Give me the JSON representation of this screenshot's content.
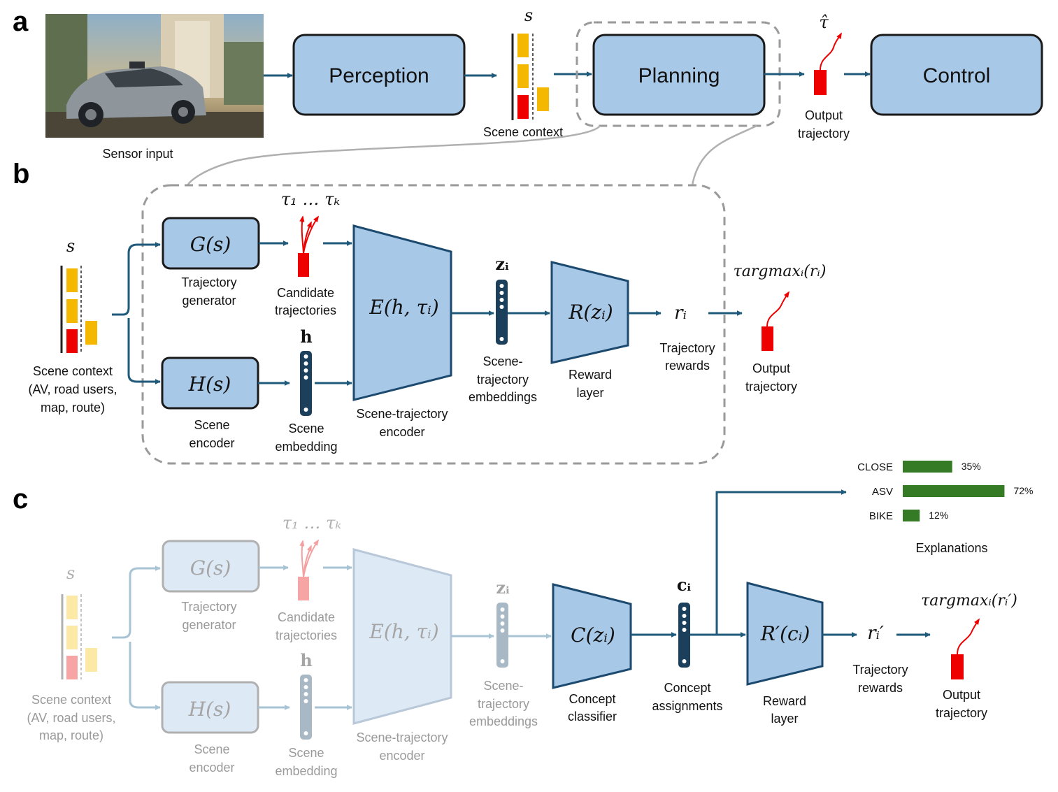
{
  "panel_a": {
    "label": "a",
    "sensor_label": "Sensor input",
    "perception": "Perception",
    "scene_symbol": "s",
    "scene_label": "Scene context",
    "planning": "Planning",
    "output_symbol": "τ̂",
    "output_label_1": "Output",
    "output_label_2": "trajectory",
    "control": "Control"
  },
  "panel_b": {
    "label": "b",
    "scene_symbol": "s",
    "scene_label_1": "Scene context",
    "scene_label_2": "(AV, road users,",
    "scene_label_3": "map, route)",
    "generator_fn": "G(s)",
    "generator_label_1": "Trajectory",
    "generator_label_2": "generator",
    "encoder_fn": "H(s)",
    "encoder_label_1": "Scene",
    "encoder_label_2": "encoder",
    "candidates_symbol": "τ₁ … τₖ",
    "candidates_label_1": "Candidate",
    "candidates_label_2": "trajectories",
    "embedding_symbol": "h",
    "embedding_label_1": "Scene",
    "embedding_label_2": "embedding",
    "st_encoder_fn": "E(h, τᵢ)",
    "st_encoder_label_1": "Scene-trajectory",
    "st_encoder_label_2": "encoder",
    "z_symbol": "zᵢ",
    "z_label_1": "Scene-",
    "z_label_2": "trajectory",
    "z_label_3": "embeddings",
    "reward_fn": "R(zᵢ)",
    "reward_label_1": "Reward",
    "reward_label_2": "layer",
    "r_symbol": "rᵢ",
    "r_label_1": "Trajectory",
    "r_label_2": "rewards",
    "out_symbol": "τargmaxᵢ(rᵢ)",
    "out_label_1": "Output",
    "out_label_2": "trajectory"
  },
  "panel_c": {
    "label": "c",
    "scene_symbol": "s",
    "scene_label_1": "Scene context",
    "scene_label_2": "(AV, road users,",
    "scene_label_3": "map, route)",
    "generator_fn": "G(s)",
    "generator_label_1": "Trajectory",
    "generator_label_2": "generator",
    "encoder_fn": "H(s)",
    "encoder_label_1": "Scene",
    "encoder_label_2": "encoder",
    "candidates_symbol": "τ₁ … τₖ",
    "candidates_label_1": "Candidate",
    "candidates_label_2": "trajectories",
    "embedding_symbol": "h",
    "embedding_label_1": "Scene",
    "embedding_label_2": "embedding",
    "st_encoder_fn": "E(h, τᵢ)",
    "st_encoder_label_1": "Scene-trajectory",
    "st_encoder_label_2": "encoder",
    "z_symbol": "zᵢ",
    "z_label_1": "Scene-",
    "z_label_2": "trajectory",
    "z_label_3": "embeddings",
    "classifier_fn": "C(zᵢ)",
    "classifier_label_1": "Concept",
    "classifier_label_2": "classifier",
    "c_symbol": "cᵢ",
    "c_label_1": "Concept",
    "c_label_2": "assignments",
    "reward_fn": "R′(cᵢ)",
    "reward_label_1": "Reward",
    "reward_label_2": "layer",
    "r_symbol": "rᵢ′",
    "r_label_1": "Trajectory",
    "r_label_2": "rewards",
    "out_symbol": "τargmaxᵢ(rᵢ′)",
    "out_label_1": "Output",
    "out_label_2": "trajectory",
    "explanations_title": "Explanations",
    "explanations": [
      {
        "concept": "CLOSE",
        "value": 35,
        "text": "35%"
      },
      {
        "concept": "ASV",
        "value": 72,
        "text": "72%"
      },
      {
        "concept": "BIKE",
        "value": 12,
        "text": "12%"
      }
    ]
  },
  "colors": {
    "box_fill": "#a8c8e8",
    "box_stroke": "#1a1a1a",
    "module_stroke": "#1c4a6e",
    "arrow": "#1f5a7a",
    "dark_blue": "#1c3f5c",
    "yellow": "#f5b800",
    "red": "#ee0000",
    "green": "#357a24",
    "dashed": "#9a9a9a"
  }
}
